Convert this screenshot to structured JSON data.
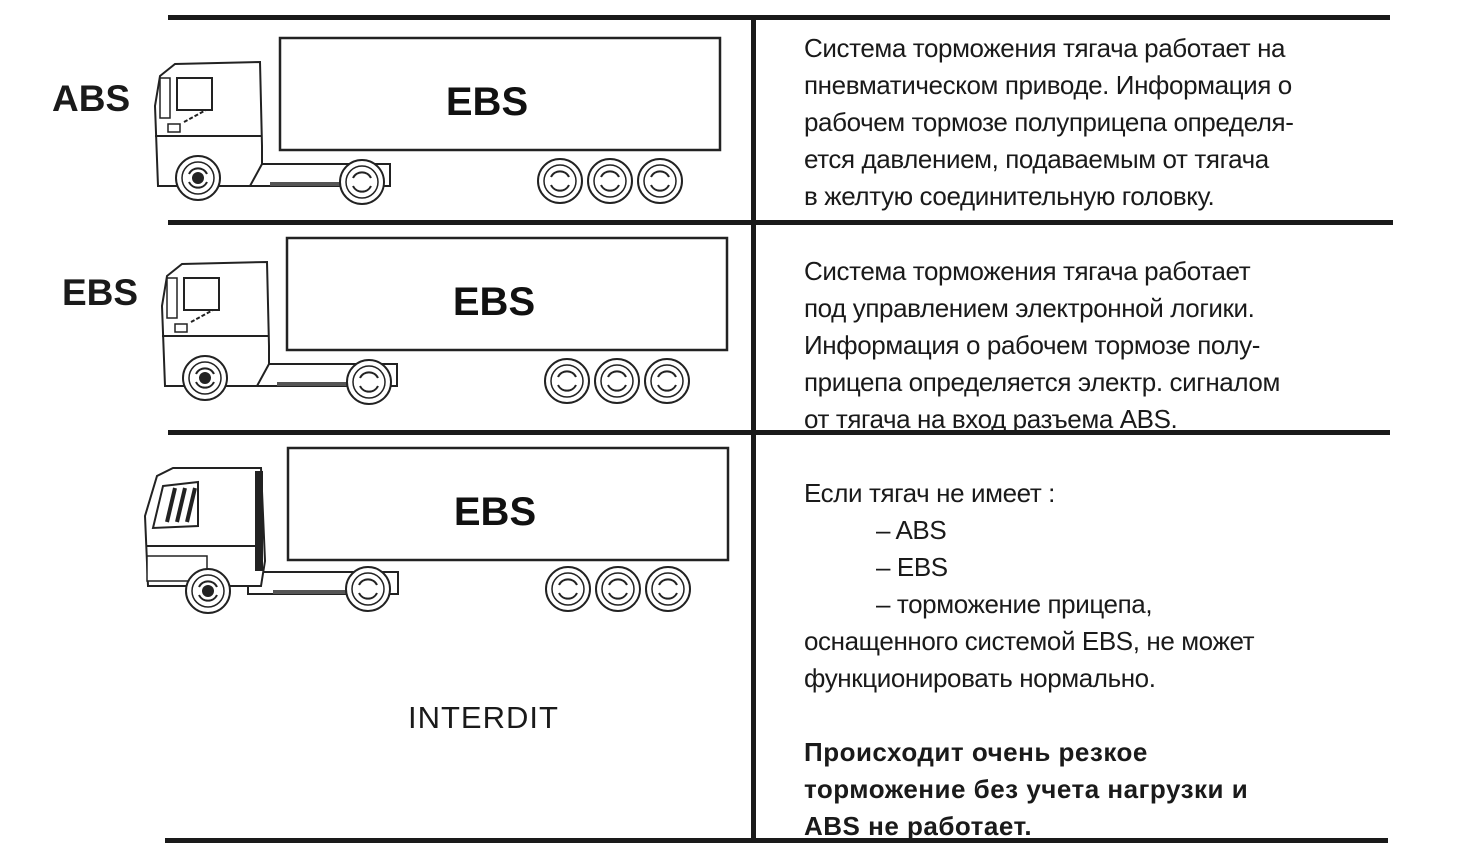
{
  "rows": [
    {
      "tractor_label": "ABS",
      "trailer_label": "EBS",
      "description": [
        "Система торможения тягача работает на",
        "пневматическом приводе. Информация о",
        "рабочем тормозе полуприцепа определя-",
        "ется давлением, подаваемым от тягача",
        "в желтую соединительную головку."
      ]
    },
    {
      "tractor_label": "EBS",
      "trailer_label": "EBS",
      "description": [
        "Система торможения тягача работает",
        "под управлением электронной логики.",
        "Информация о рабочем тормозе полу-",
        "прицепа определяется электр. сигналом",
        "от тягача на вход разъема ABS."
      ]
    },
    {
      "trailer_label": "EBS",
      "status": "INTERDIT",
      "description": [
        "Если тягач не имеет :",
        "– ABS",
        "– EBS",
        "– торможение прицепа,",
        "оснащенного системой EBS, не может",
        "функционировать нормально."
      ],
      "warning": [
        "Происходит очень резкое",
        "торможение без учета нагрузки и",
        "ABS не работает."
      ]
    }
  ]
}
